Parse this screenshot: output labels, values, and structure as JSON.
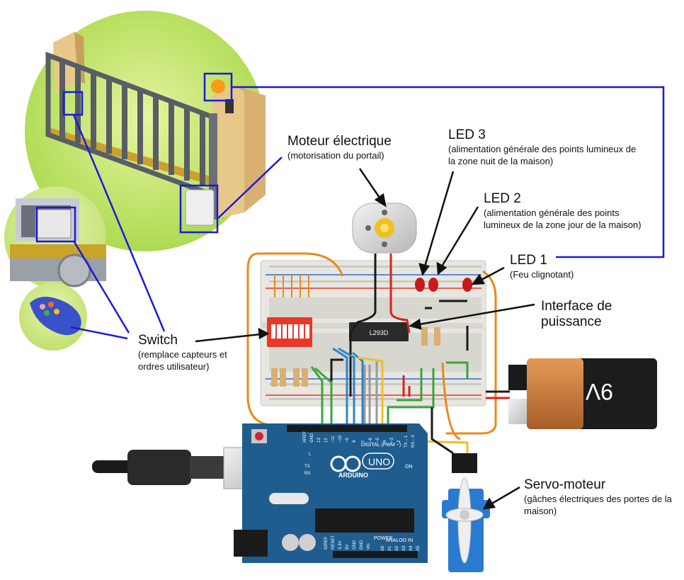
{
  "labels": {
    "moteur": {
      "title": "Moteur électrique",
      "desc": "(motorisation du portail)"
    },
    "led3": {
      "title": "LED 3",
      "desc": "(alimentation générale des points lumineux de la zone nuit de la maison)"
    },
    "led2": {
      "title": "LED 2",
      "desc": "(alimentation générale des points lumineux de la zone jour de la maison)"
    },
    "led1": {
      "title": "LED 1",
      "desc": "(Feu clignotant)"
    },
    "interface": {
      "title": "Interface de puissance"
    },
    "switch": {
      "title": "Switch",
      "desc": "(remplace capteurs et ordres utilisateur)"
    },
    "servo": {
      "title": "Servo-moteur",
      "desc": "(gâches électriques des portes de la maison)"
    }
  },
  "components": {
    "chip": "L293D",
    "battery": "9V",
    "arduino_brand": "ARDUINO",
    "arduino_model": "UNO",
    "arduino_on": "ON",
    "digital_header": "DIGITAL (PWM ~)",
    "power_header": "POWER",
    "analog_header": "ANALOG IN",
    "pin_aref": "AREF",
    "pin_gnd": "GND",
    "pin_13": "13",
    "pin_12": "12",
    "pin_11": "~11",
    "pin_10": "~10",
    "pin_9": "~9",
    "pin_8": "8",
    "pin_7": "7",
    "pin_6": "~6",
    "pin_5": "~5",
    "pin_4": "4",
    "pin_3": "~3",
    "pin_2": "2",
    "pin_tx": "TX→1",
    "pin_rx": "RX←0",
    "led_l": "L",
    "led_tx": "TX",
    "led_rx": "RX",
    "power_ioref": "IOREF",
    "power_reset": "RESET",
    "power_3v3": "3.3V",
    "power_5v": "5V",
    "power_gnd1": "GND",
    "power_gnd2": "GND",
    "power_vin": "Vin",
    "analog_a0": "A0",
    "analog_a1": "A1",
    "analog_a2": "A2",
    "analog_a3": "A3",
    "analog_a4": "A4",
    "analog_a5": "A5"
  },
  "colors": {
    "callout_line": "#1a1adc",
    "arduino_board": "#1f5d8f",
    "breadboard": "#e8e6e0",
    "dip_switch": "#e8382a",
    "battery_copper": "#c2773a",
    "battery_black": "#1c1c1c",
    "wire_orange": "#e88a1a",
    "wire_green": "#3aa43a",
    "wire_blue": "#2a86c8",
    "wire_red": "#d8231c",
    "wire_gray": "#9a9a9a",
    "wire_yellow": "#f0c020"
  }
}
